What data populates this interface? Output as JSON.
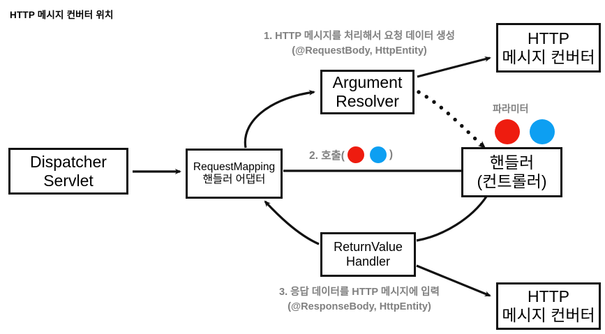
{
  "title": "HTTP 메시지 컨버터 위치",
  "colors": {
    "red": "#ee1c0f",
    "blue": "#0d9ff2",
    "gray_text": "#808080",
    "stroke": "#111111",
    "background": "#ffffff"
  },
  "nodes": {
    "dispatcher_servlet": {
      "line1": "Dispatcher",
      "line2": "Servlet"
    },
    "handler_adapter": {
      "line1": "RequestMapping",
      "line2": "핸들러 어댑터"
    },
    "argument_resolver": {
      "line1": "Argument",
      "line2": "Resolver"
    },
    "return_value_handler": {
      "line1": "ReturnValue",
      "line2": "Handler"
    },
    "handler_controller": {
      "line1": "핸들러",
      "line2": "(컨트롤러)"
    },
    "message_converter_top": {
      "line1": "HTTP",
      "line2": "메시지 컨버터"
    },
    "message_converter_bottom": {
      "line1": "HTTP",
      "line2": "메시지 컨버터"
    }
  },
  "annotations": {
    "step1": {
      "line1": "1. HTTP 메시지를 처리해서 요청 데이터 생성",
      "line2": "(@RequestBody, HttpEntity)"
    },
    "step2": {
      "prefix": "2. 호출(",
      "suffix": ")"
    },
    "step3": {
      "line1": "3. 응답 데이터를 HTTP 메시지에 입력",
      "line2": "(@ResponseBody, HttpEntity)"
    },
    "parameter_label": "파라미터"
  }
}
